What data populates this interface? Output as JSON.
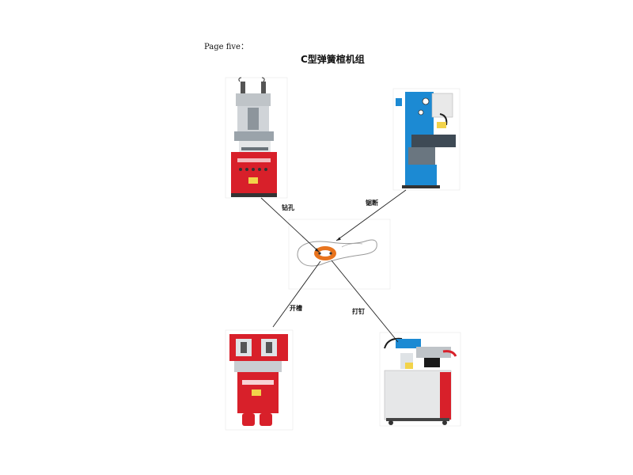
{
  "page_label": "Page five：",
  "title": "C型弹簧楦机组",
  "steps": {
    "drill": "钻孔",
    "cut": "锯断",
    "slot": "开槽",
    "nail": "打钉"
  },
  "colors": {
    "machine_red": "#d8202a",
    "machine_blue": "#1c8ad3",
    "spring_orange": "#e8741e",
    "metal_gray": "#c8c8c8",
    "line_color": "#222222"
  }
}
